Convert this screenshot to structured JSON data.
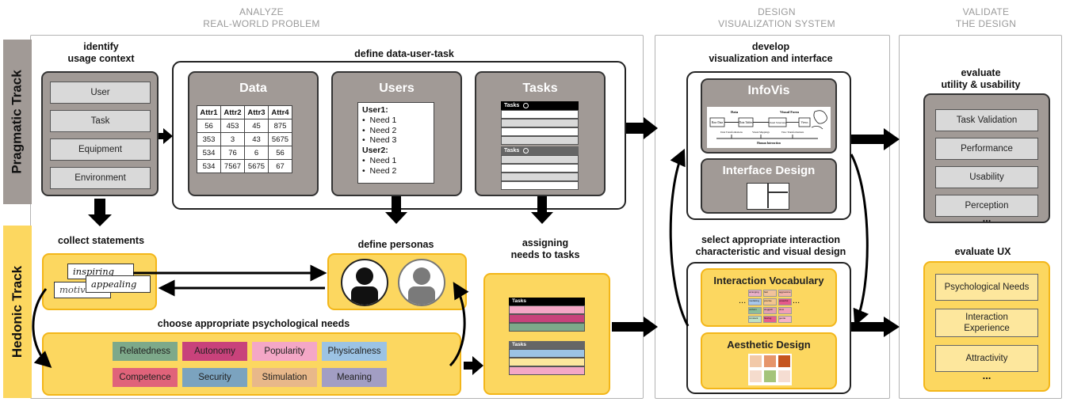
{
  "phases": {
    "analyze": [
      "ANALYZE",
      "REAL-WORLD PROBLEM"
    ],
    "design": [
      "DESIGN",
      "VISUALIZATION SYSTEM"
    ],
    "validate": [
      "VALIDATE",
      "THE DESIGN"
    ]
  },
  "tracks": {
    "pragmatic": "Pragmatic Track",
    "hedonic": "Hedonic Track"
  },
  "colors": {
    "gray_box": "#a19a96",
    "yellow_box": "#fcd760",
    "yellow_border": "#f3b619",
    "light_yellow": "#fde79d",
    "light_gray": "#d9d9d9"
  },
  "usage_context": {
    "heading": [
      "identify",
      "usage context"
    ],
    "items": [
      "User",
      "Task",
      "Equipment",
      "Environment"
    ]
  },
  "data_user_task": {
    "heading": "define data-user-task",
    "data": {
      "title": "Data",
      "header": [
        "Attr1",
        "Attr2",
        "Attr3",
        "Attr4"
      ],
      "rows": [
        [
          "56",
          "453",
          "45",
          "875"
        ],
        [
          "353",
          "3",
          "43",
          "5675"
        ],
        [
          "534",
          "76",
          "6",
          "56"
        ],
        [
          "534",
          "7567",
          "5675",
          "67"
        ]
      ]
    },
    "users": {
      "title": "Users",
      "user1": "User1:",
      "user1_needs": [
        "Need 1",
        "Need 2",
        "Need 3"
      ],
      "user2": "User2:",
      "user2_needs": [
        "Need 1",
        "Need 2"
      ]
    },
    "tasks": {
      "title": "Tasks",
      "label": "Tasks"
    }
  },
  "collect": {
    "heading": "collect statements",
    "words": [
      "inspiring",
      "appealing",
      "motiva"
    ]
  },
  "personas": {
    "heading": "define personas"
  },
  "assigning": {
    "heading": [
      "assigning",
      "needs to tasks"
    ],
    "label": "Tasks"
  },
  "psych": {
    "heading": "choose appropriate psychological needs",
    "needs": [
      {
        "label": "Relatedness",
        "color": "#7da98a"
      },
      {
        "label": "Autonomy",
        "color": "#c8427b"
      },
      {
        "label": "Popularity",
        "color": "#f4a7c6"
      },
      {
        "label": "Physicalness",
        "color": "#9cc3e4"
      },
      {
        "label": "Competence",
        "color": "#e0637a"
      },
      {
        "label": "Security",
        "color": "#7ba3bf"
      },
      {
        "label": "Stimulation",
        "color": "#e8b88a"
      },
      {
        "label": "Meaning",
        "color": "#a29ec4"
      }
    ]
  },
  "develop": {
    "heading": [
      "develop",
      "visualization and interface"
    ],
    "infovis": "InfoVis",
    "pipeline": {
      "data": "Data",
      "visual_form": "Visual Form",
      "nodes": [
        "Raw Data",
        "Data Tables",
        "Visual Structures",
        "Views"
      ],
      "steps": [
        "Data Transformations",
        "Visual Mappings",
        "View Transformations"
      ],
      "human": "Human Interaction"
    },
    "interface": "Interface Design"
  },
  "select": {
    "heading": [
      "select appropriate interaction",
      "characteristic and visual design"
    ],
    "vocab": "Interaction Vocabulary",
    "vocab_words": [
      "arranging",
      "fast",
      "aggressive",
      "mediating",
      "precise",
      "powerful",
      "uniform",
      "sluggish",
      "slow",
      "constant",
      "flowing",
      "gentle"
    ],
    "ellipsis": "...",
    "aesthetic": "Aesthetic Design"
  },
  "utility": {
    "heading": [
      "evaluate",
      "utility & usability"
    ],
    "items": [
      "Task Validation",
      "Performance",
      "Usability",
      "Perception"
    ],
    "more": "..."
  },
  "ux": {
    "heading": "evaluate UX",
    "items": [
      "Psychological Needs",
      "Interaction Experience",
      "Attractivity"
    ],
    "more": "..."
  }
}
